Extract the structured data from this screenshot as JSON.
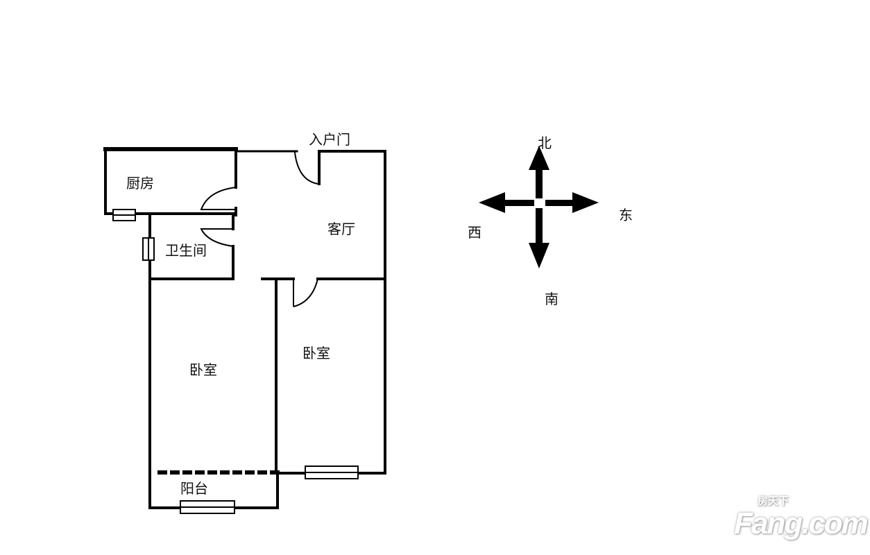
{
  "rooms": {
    "kitchen": "厨房",
    "entrance": "入户门",
    "living_room": "客厅",
    "bathroom": "卫生间",
    "bedroom_1": "卧室",
    "bedroom_2": "卧室",
    "balcony": "阳台"
  },
  "compass": {
    "north": "北",
    "east": "东",
    "west": "西",
    "south": "南"
  },
  "watermark": {
    "brand": "Fang.com",
    "brand_cn": "房天下"
  }
}
